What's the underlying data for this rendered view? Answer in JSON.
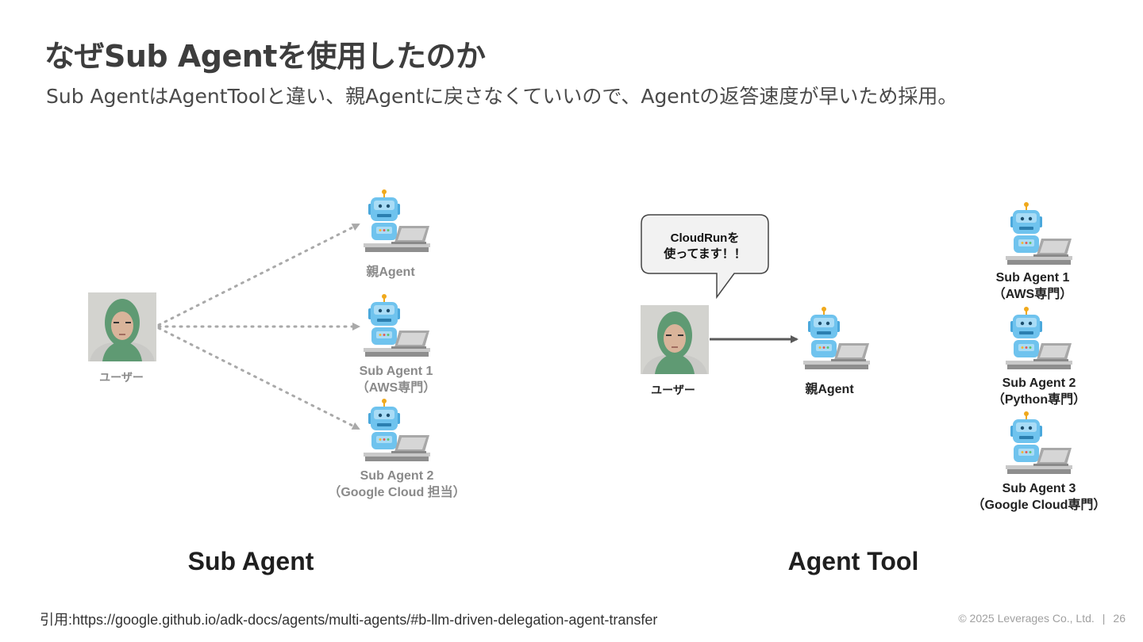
{
  "slide": {
    "title": "なぜSub Agentを使用したのか",
    "subtitle": "Sub AgentはAgentToolと違い、親Agentに戻さなくていいので、Agentの返答速度が早いため採用。"
  },
  "left": {
    "user_label": "ユーザー",
    "parent_label": "親Agent",
    "sub1_line1": "Sub Agent 1",
    "sub1_line2": "（AWS専門）",
    "sub2_line1": "Sub Agent 2",
    "sub2_line2": "（Google Cloud 担当）",
    "section_label": "Sub Agent"
  },
  "right": {
    "bubble_line1": "CloudRunを",
    "bubble_line2": "使ってます！！",
    "user_label": "ユーザー",
    "parent_label": "親Agent",
    "sub1_line1": "Sub Agent 1",
    "sub1_line2": "（AWS専門）",
    "sub2_line1": "Sub Agent 2",
    "sub2_line2": "（Python専門）",
    "sub3_line1": "Sub Agent 3",
    "sub3_line2": "（Google Cloud専門）",
    "section_label": "Agent Tool"
  },
  "footer": {
    "citation": "引用:https://google.github.io/adk-docs/agents/multi-agents/#b-llm-driven-delegation-agent-transfer",
    "copyright": "© 2025 Leverages Co., Ltd.",
    "separator": "|",
    "page_number": "26"
  },
  "colors": {
    "robot_blue": "#6fc3ee",
    "laptop_gray": "#a8a8a8",
    "arrow_dotted": "#a9a9a9",
    "arrow_solid": "#5a5a5a"
  },
  "icons": {
    "robot": "robot-at-laptop-icon",
    "user": "user-photo"
  }
}
